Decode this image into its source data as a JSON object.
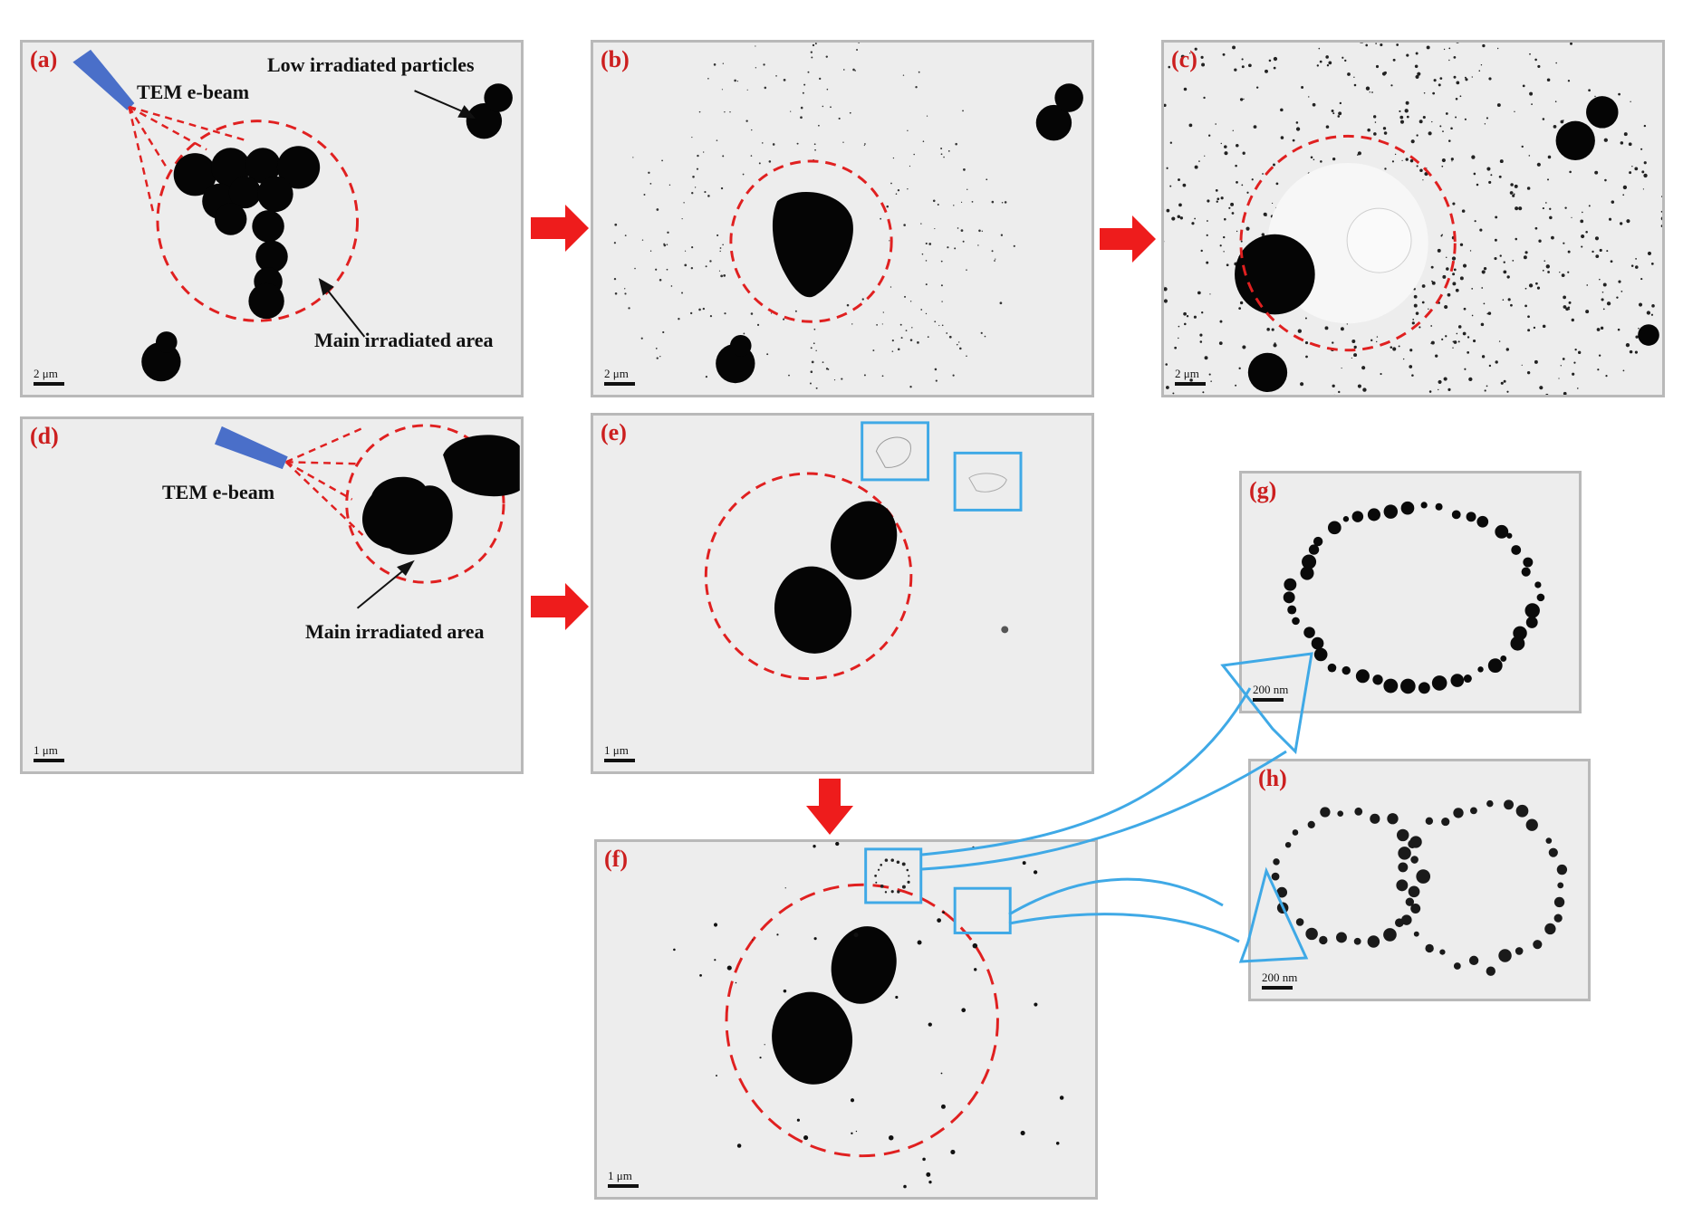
{
  "panels": {
    "a": {
      "label": "(a)",
      "scale": "2 μm",
      "beam": "TEM e-beam",
      "low": "Low irradiated particles",
      "main": "Main irradiated area"
    },
    "b": {
      "label": "(b)",
      "scale": "2 μm"
    },
    "c": {
      "label": "(c)",
      "scale": "2 μm"
    },
    "d": {
      "label": "(d)",
      "scale": "1 μm",
      "beam": "TEM e-beam",
      "main": "Main irradiated area"
    },
    "e": {
      "label": "(e)",
      "scale": "1 μm"
    },
    "f": {
      "label": "(f)",
      "scale": "1 μm"
    },
    "g": {
      "label": "(g)",
      "scale": "200 nm"
    },
    "h": {
      "label": "(h)",
      "scale": "200 nm"
    }
  },
  "colors": {
    "circle": "#e02020",
    "arrow": "#ee1c1c",
    "beam": "#4a6fc9",
    "box": "#3fa9e6",
    "particle": "#050505"
  }
}
